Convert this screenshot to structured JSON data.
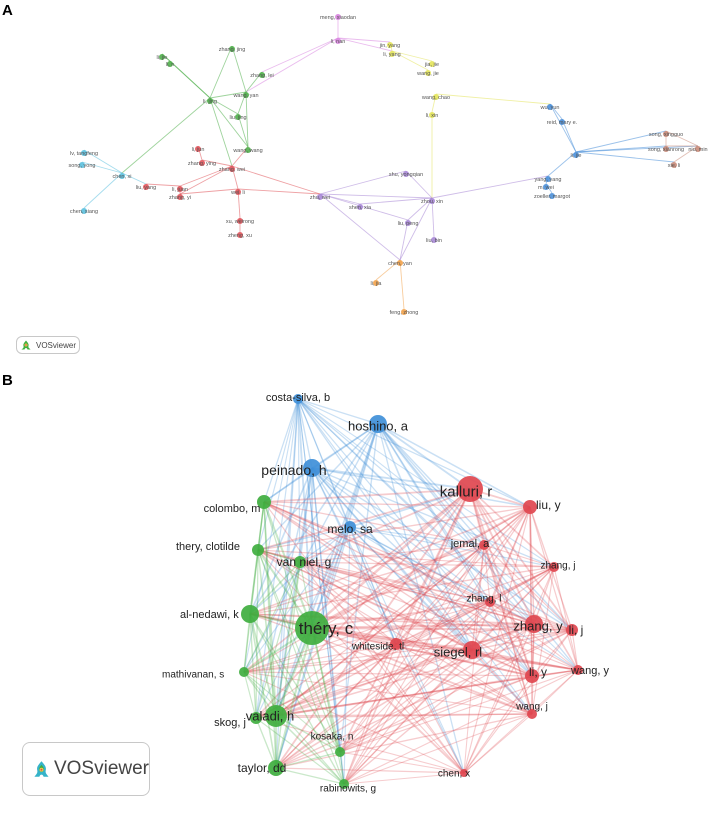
{
  "panel_a": {
    "letter": "A",
    "brand": "VOSviewer",
    "nodes": [
      {
        "label": "meng, xiaodan",
        "color": "#d985e0"
      },
      {
        "label": "li, nan",
        "color": "#d985e0"
      },
      {
        "label": "jin, yang",
        "color": "#e3e45a"
      },
      {
        "label": "li, yang",
        "color": "#e3e45a"
      },
      {
        "label": "jia, jie",
        "color": "#e3e45a"
      },
      {
        "label": "wang, jie",
        "color": "#e3e45a"
      },
      {
        "label": "wang, chao",
        "color": "#e3e45a"
      },
      {
        "label": "li, xin",
        "color": "#e3e45a"
      },
      {
        "label": "li, jie",
        "color": "#4fae4a"
      },
      {
        "label": "li, n",
        "color": "#4fae4a"
      },
      {
        "label": "zhang, jing",
        "color": "#4fae4a"
      },
      {
        "label": "zhang, lei",
        "color": "#4fae4a"
      },
      {
        "label": "wang, yan",
        "color": "#4fae4a"
      },
      {
        "label": "li, jing",
        "color": "#4fae4a"
      },
      {
        "label": "liu, jing",
        "color": "#4fae4a"
      },
      {
        "label": "wang, wang",
        "color": "#4fae4a"
      },
      {
        "label": "li, jun",
        "color": "#e0535a"
      },
      {
        "label": "zhang, ying",
        "color": "#e0535a"
      },
      {
        "label": "zhang, wei",
        "color": "#e0535a"
      },
      {
        "label": "liu, yang",
        "color": "#e0535a"
      },
      {
        "label": "li, juan",
        "color": "#e0535a"
      },
      {
        "label": "zhang, yi",
        "color": "#e0535a"
      },
      {
        "label": "wei, li",
        "color": "#e0535a"
      },
      {
        "label": "xu, weirong",
        "color": "#e0535a"
      },
      {
        "label": "zheng, xu",
        "color": "#e0535a"
      },
      {
        "label": "lv, tangfeng",
        "color": "#5bc0de"
      },
      {
        "label": "song, yong",
        "color": "#5bc0de"
      },
      {
        "label": "chen, xi",
        "color": "#5bc0de"
      },
      {
        "label": "chen, siang",
        "color": "#5bc0de"
      },
      {
        "label": "wu, yun",
        "color": "#4a8fd8"
      },
      {
        "label": "reid, mary e.",
        "color": "#4a8fd8"
      },
      {
        "label": "li, jie",
        "color": "#4a8fd8"
      },
      {
        "label": "yang, yang",
        "color": "#4a8fd8"
      },
      {
        "label": "m, wei",
        "color": "#4a8fd8"
      },
      {
        "label": "zoeller, margot",
        "color": "#4a8fd8"
      },
      {
        "label": "song, xingguo",
        "color": "#c98a78"
      },
      {
        "label": "song, xianrong",
        "color": "#c98a78"
      },
      {
        "label": "niu, min",
        "color": "#c98a78"
      },
      {
        "label": "xie, li",
        "color": "#c98a78"
      },
      {
        "label": "shu, yongqian",
        "color": "#a787d6"
      },
      {
        "label": "zhu, wei",
        "color": "#a787d6"
      },
      {
        "label": "shen, xia",
        "color": "#a787d6"
      },
      {
        "label": "zhou, xin",
        "color": "#a787d6"
      },
      {
        "label": "liu, peng",
        "color": "#a787d6"
      },
      {
        "label": "liu, bin",
        "color": "#a787d6"
      },
      {
        "label": "chen, yan",
        "color": "#f2a24a"
      },
      {
        "label": "li, jia",
        "color": "#f2a24a"
      },
      {
        "label": "feng, zhong",
        "color": "#f2a24a"
      }
    ]
  },
  "panel_b": {
    "letter": "B",
    "brand": "VOSviewer",
    "nodes": [
      {
        "label": "costa-silva, b",
        "color": "#3f8fd8"
      },
      {
        "label": "hoshino, a",
        "color": "#3f8fd8"
      },
      {
        "label": "peinado, h",
        "color": "#3f8fd8"
      },
      {
        "label": "melo, sa",
        "color": "#3f8fd8"
      },
      {
        "label": "kalluri, r",
        "color": "#e0474f"
      },
      {
        "label": "liu, y",
        "color": "#e0474f"
      },
      {
        "label": "jemal, a",
        "color": "#e0474f"
      },
      {
        "label": "zhang, j",
        "color": "#e0474f"
      },
      {
        "label": "zhang, l",
        "color": "#e0474f"
      },
      {
        "label": "li, j",
        "color": "#e0474f"
      },
      {
        "label": "zhang, y",
        "color": "#e0474f"
      },
      {
        "label": "whiteside, tl",
        "color": "#e0474f"
      },
      {
        "label": "siegel, rl",
        "color": "#e0474f"
      },
      {
        "label": "li, y",
        "color": "#e0474f"
      },
      {
        "label": "wang, y",
        "color": "#e0474f"
      },
      {
        "label": "wang, j",
        "color": "#e0474f"
      },
      {
        "label": "chen, x",
        "color": "#e0474f"
      },
      {
        "label": "colombo, m",
        "color": "#3fae3f"
      },
      {
        "label": "thery, clotilde",
        "color": "#3fae3f"
      },
      {
        "label": "van niel, g",
        "color": "#3fae3f"
      },
      {
        "label": "al-nedawi, k",
        "color": "#3fae3f"
      },
      {
        "label": "théry, c",
        "color": "#3fae3f"
      },
      {
        "label": "mathivanan, s",
        "color": "#3fae3f"
      },
      {
        "label": "skog, j",
        "color": "#3fae3f"
      },
      {
        "label": "valadi, h",
        "color": "#3fae3f"
      },
      {
        "label": "kosaka, n",
        "color": "#3fae3f"
      },
      {
        "label": "taylor, dd",
        "color": "#3fae3f"
      },
      {
        "label": "rabinowits, g",
        "color": "#3fae3f"
      }
    ]
  }
}
